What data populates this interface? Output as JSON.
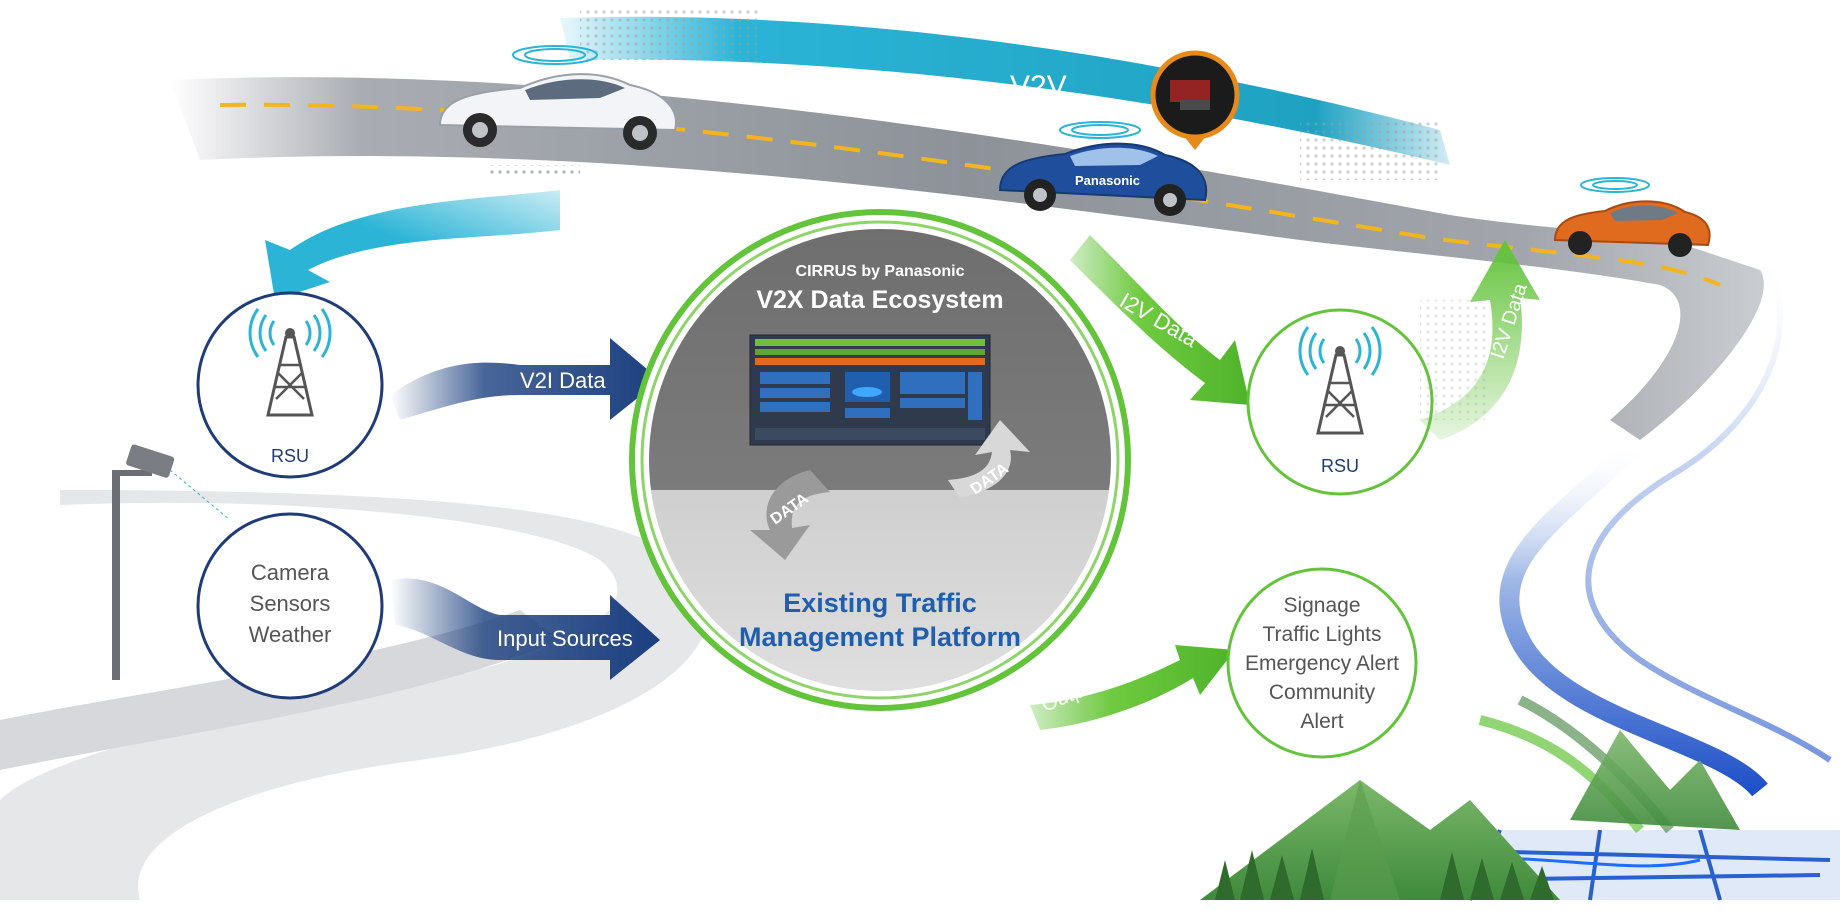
{
  "car_brand": "Panasonic",
  "v2v_label": "V2V",
  "v2i_top_label": "V2I Data",
  "v2i_mid_label": "V2I Data",
  "i2v_mid_label": "I2V Data",
  "i2v_right_label": "I2V Data",
  "input_sources_label": "Input Sources",
  "output_sources_label": "Output Sources",
  "rsu_left_label": "RSU",
  "rsu_right_label": "RSU",
  "inputs_node": {
    "lines": [
      "Camera",
      "Sensors",
      "Weather"
    ]
  },
  "outputs_node": {
    "lines": [
      "Signage",
      "Traffic Lights",
      "Emergency Alert",
      "Community",
      "Alert"
    ]
  },
  "platform": {
    "brand": "CIRRUS by Panasonic",
    "title": "V2X Data Ecosystem",
    "data_left": "DATA",
    "data_right": "DATA",
    "lower_title_1": "Existing Traffic",
    "lower_title_2": "Management Platform"
  },
  "colors": {
    "v2i_blue": "#1b3f7f",
    "light_blue": "#2bb4d6",
    "v2v_teal": "#1fa2c2",
    "green": "#63c33b",
    "node_border_navy": "#1f3c78",
    "platform_text_blue": "#1f5fae",
    "car_white": "#f2f4f7",
    "car_blue": "#1f4f9c",
    "car_orange": "#e06b1f"
  },
  "icons": [
    "rsu-tower-icon",
    "rsu-tower-icon",
    "security-camera-icon",
    "mountain-icon",
    "city-map-icon"
  ]
}
